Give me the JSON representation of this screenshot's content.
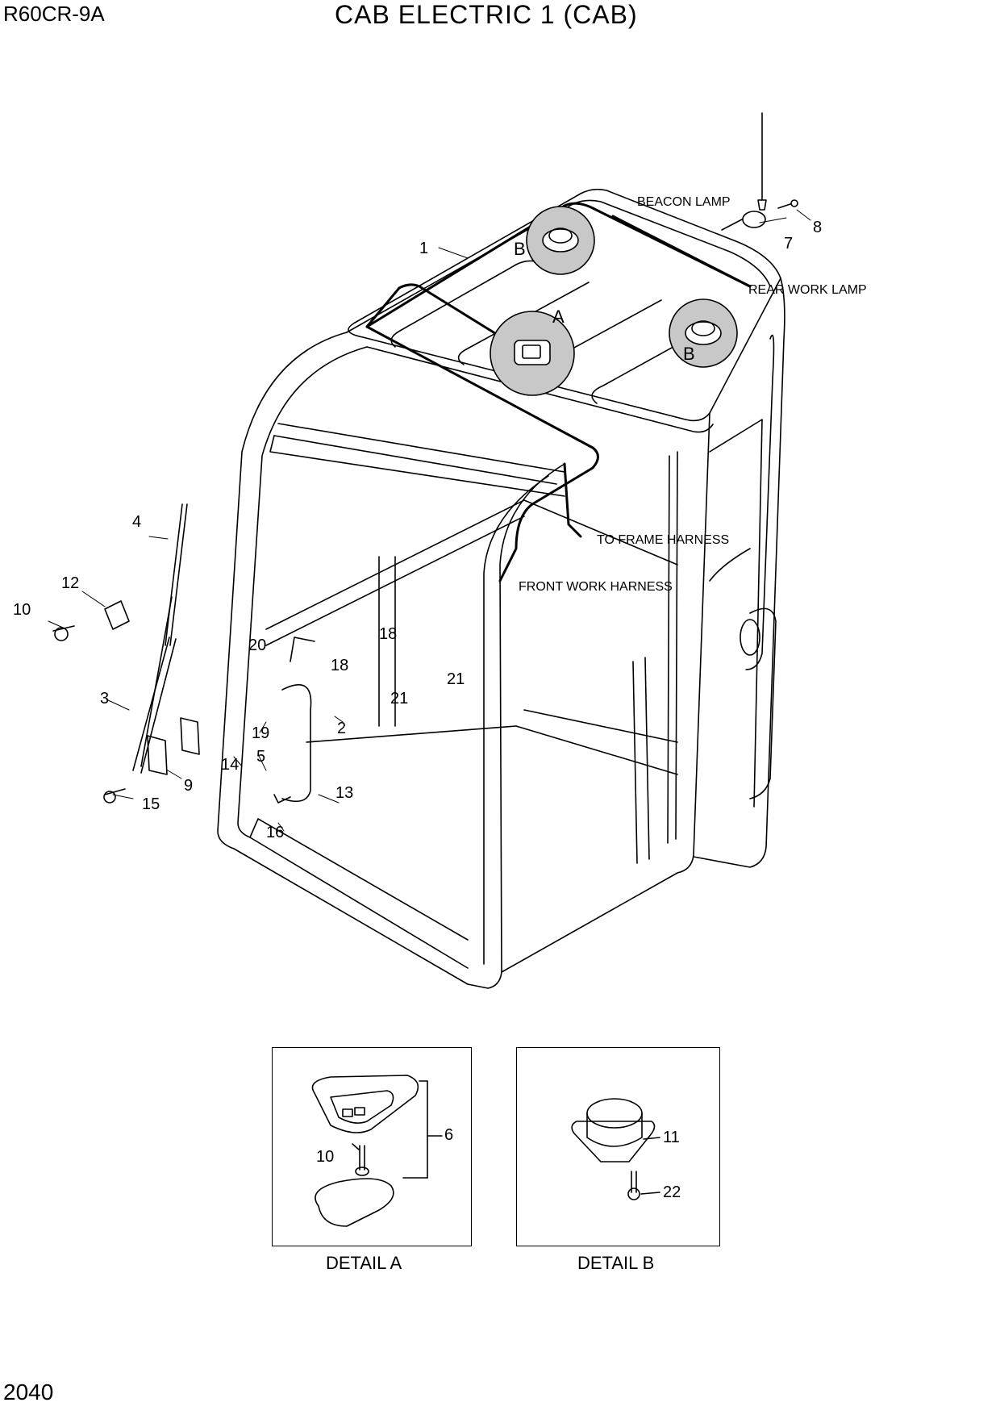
{
  "header": {
    "model": "R60CR-9A",
    "title": "CAB ELECTRIC 1 (CAB)"
  },
  "footer": {
    "page_number": "2040"
  },
  "callouts": {
    "c1": "1",
    "c2": "2",
    "c3": "3",
    "c4": "4",
    "c5": "5",
    "c7": "7",
    "c8": "8",
    "c9": "9",
    "c10": "10",
    "c12": "12",
    "c13": "13",
    "c14": "14",
    "c15": "15",
    "c16": "16",
    "c18a": "18",
    "c18b": "18",
    "c19": "19",
    "c20": "20",
    "c21a": "21",
    "c21b": "21",
    "refA": "A",
    "refB1": "B",
    "refB2": "B"
  },
  "notes": {
    "beacon": "BEACON LAMP",
    "rear_work": "REAR WORK LAMP",
    "frame_harness": "TO FRAME HARNESS",
    "front_work": "FRONT WORK HARNESS"
  },
  "detail_a": {
    "caption": "DETAIL A",
    "c6": "6",
    "c10": "10"
  },
  "detail_b": {
    "caption": "DETAIL B",
    "c11": "11",
    "c22": "22"
  }
}
